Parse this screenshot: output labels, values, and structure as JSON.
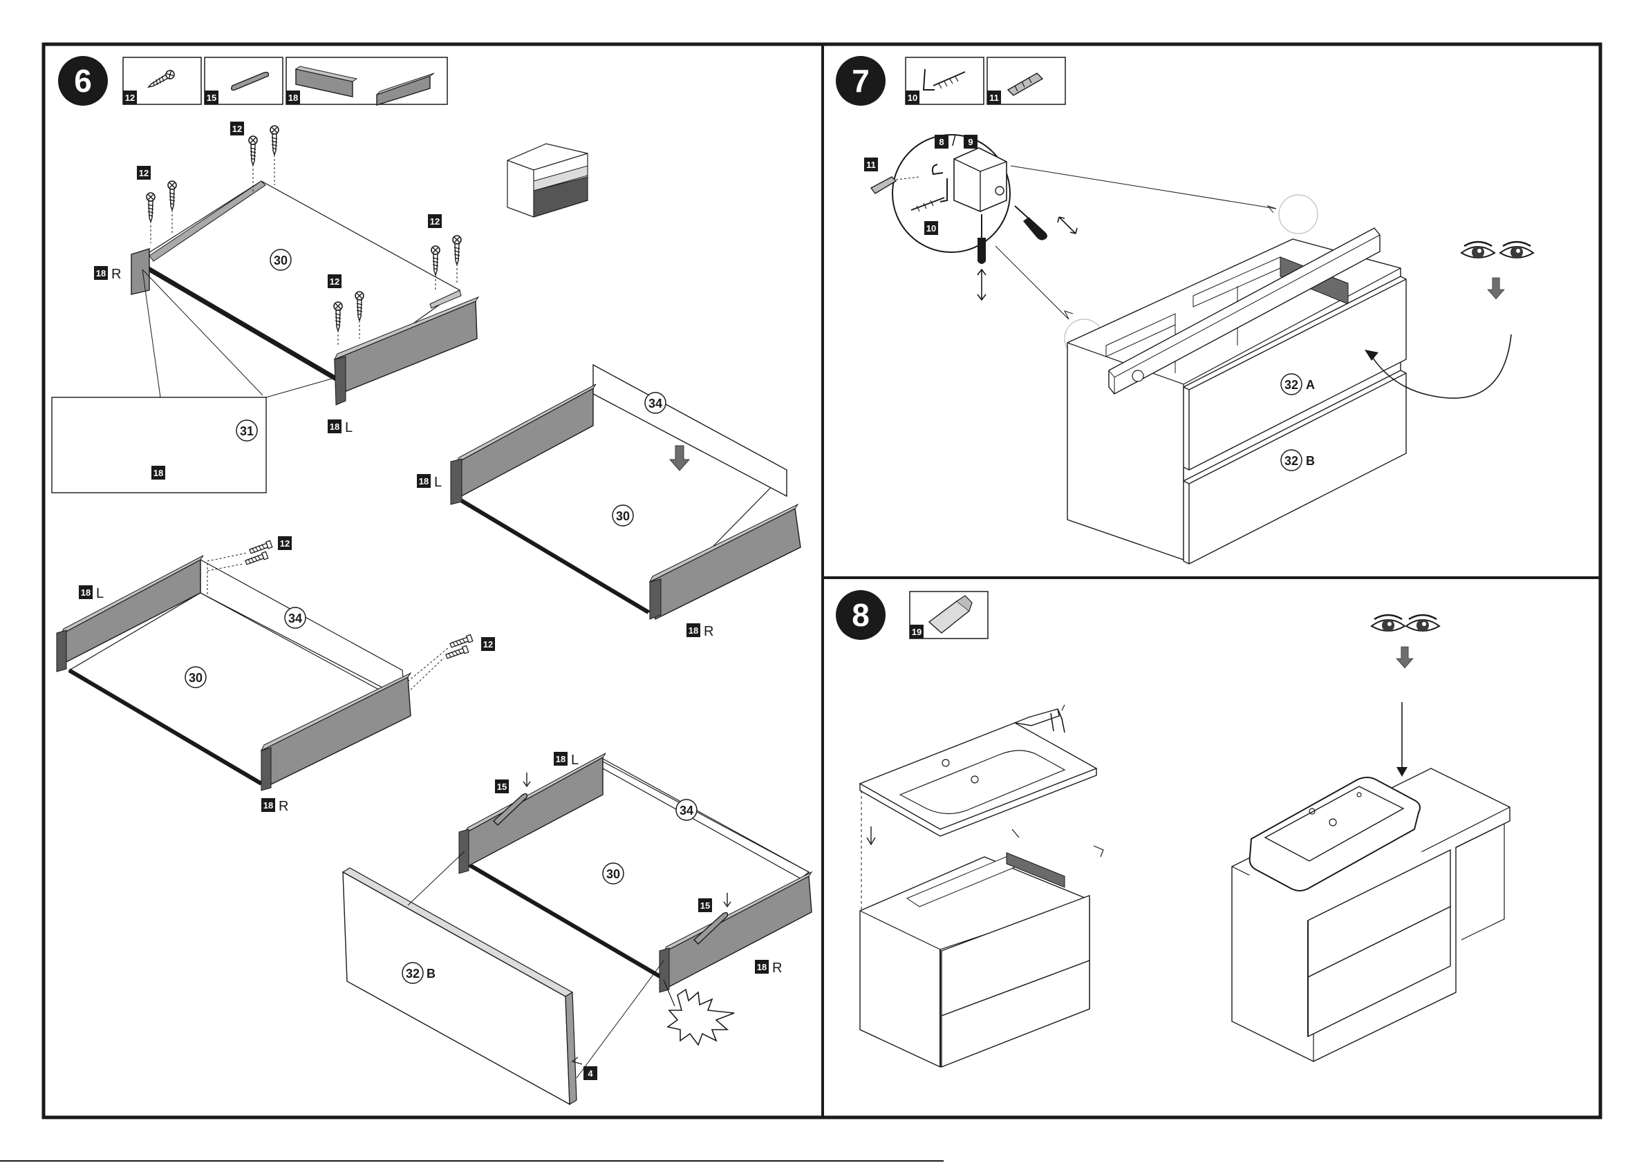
{
  "steps": [
    {
      "number": "6",
      "parts": [
        "12",
        "15",
        "18"
      ],
      "callouts": {
        "screw_a": "12",
        "screw_b": "12",
        "screw_c": "12",
        "screw_d": "12",
        "screw_e": "12",
        "screw_f": "12",
        "rail_r": "18",
        "rail_r_side": "R",
        "rail_l": "18",
        "rail_l_side": "L",
        "panel_30": "30",
        "panel_31": "31",
        "inset_18": "18",
        "b_rail_l": "18",
        "b_rail_l_side": "L",
        "b_panel_34": "34",
        "b_panel_30": "30",
        "b_rail_r": "18",
        "b_rail_r_side": "R",
        "c_rail_l": "18",
        "c_rail_l_side": "L",
        "c_panel_34": "34",
        "c_panel_30": "30",
        "c_rail_r": "18",
        "c_rail_r_side": "R",
        "d_rail_l": "18",
        "d_rail_l_side": "L",
        "d_clip_a": "15",
        "d_panel_34": "34",
        "d_panel_30": "30",
        "d_clip_b": "15",
        "d_rail_r": "18",
        "d_rail_r_side": "R",
        "d_front": "32",
        "d_front_letter": "B",
        "d_part4": "4"
      }
    },
    {
      "number": "7",
      "parts": [
        "10",
        "11"
      ],
      "callouts": {
        "anchor": "11",
        "bracket_a": "8",
        "bracket_sep": "/",
        "bracket_b": "9",
        "hook": "10",
        "drawer_a": "32",
        "drawer_a_letter": "A",
        "drawer_b": "32",
        "drawer_b_letter": "B"
      }
    },
    {
      "number": "8",
      "parts": [
        "19"
      ]
    }
  ],
  "colors": {
    "ink": "#1a1a1a",
    "rail": "#8f8f8f",
    "rail_dark": "#5a5a5a",
    "badge": "#1a1a1a",
    "badge_text": "#ffffff"
  },
  "icons": [
    "screw-icon",
    "clip-icon",
    "drawer-rail-icon",
    "hook-screw-icon",
    "wall-plug-icon",
    "sealant-tube-icon",
    "eye-icon",
    "arrow-down-icon",
    "screwdriver-icon",
    "caulk-gun-icon",
    "starburst-icon"
  ]
}
